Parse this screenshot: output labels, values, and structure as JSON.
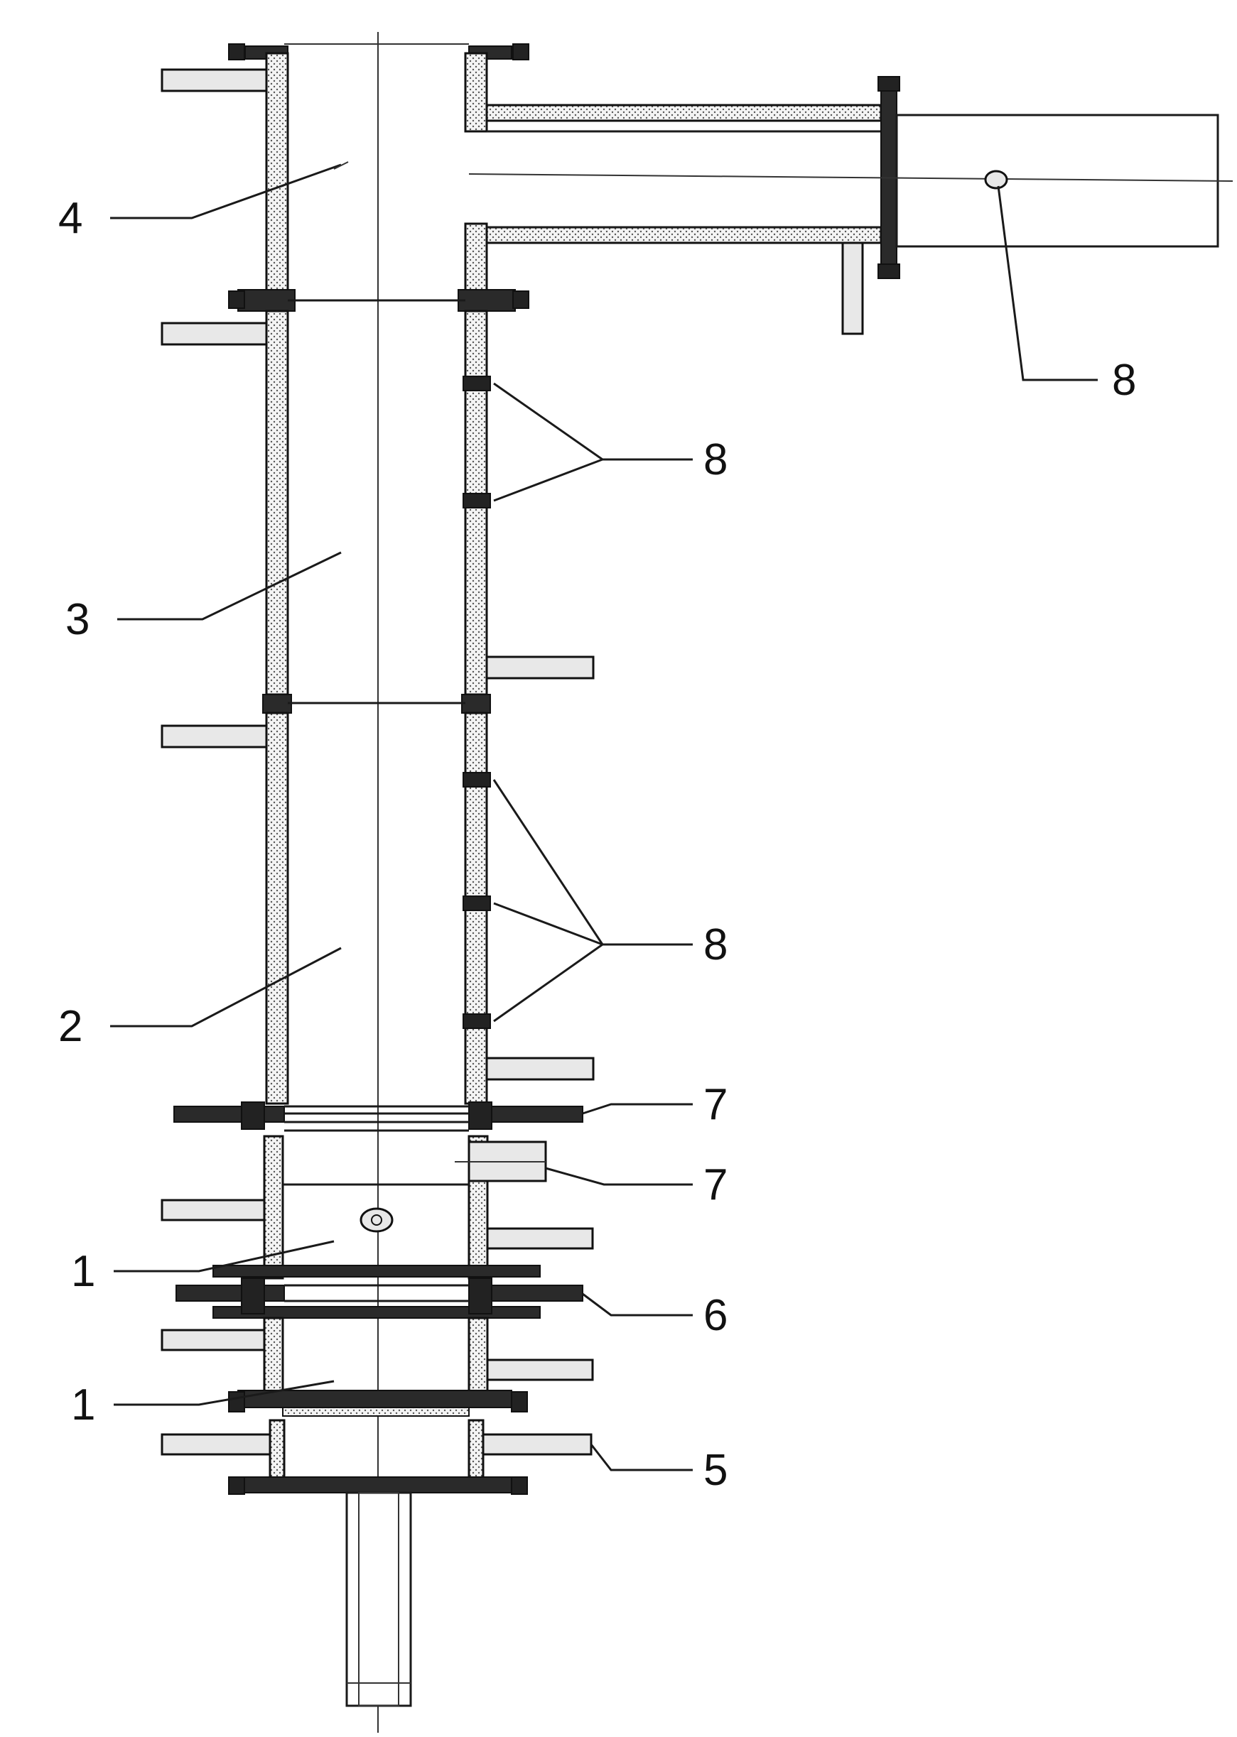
{
  "diagram": {
    "labels": [
      {
        "id": "section-4",
        "text": "4"
      },
      {
        "id": "section-3",
        "text": "3"
      },
      {
        "id": "section-2",
        "text": "2"
      },
      {
        "id": "section-1-upper",
        "text": "1"
      },
      {
        "id": "section-1-lower",
        "text": "1"
      },
      {
        "id": "item-8-outlet",
        "text": "8"
      },
      {
        "id": "item-8-upper",
        "text": "8"
      },
      {
        "id": "item-8-middle",
        "text": "8"
      },
      {
        "id": "item-7-upper",
        "text": "7"
      },
      {
        "id": "item-7-lower",
        "text": "7"
      },
      {
        "id": "item-6",
        "text": "6"
      },
      {
        "id": "item-5",
        "text": "5"
      }
    ]
  }
}
